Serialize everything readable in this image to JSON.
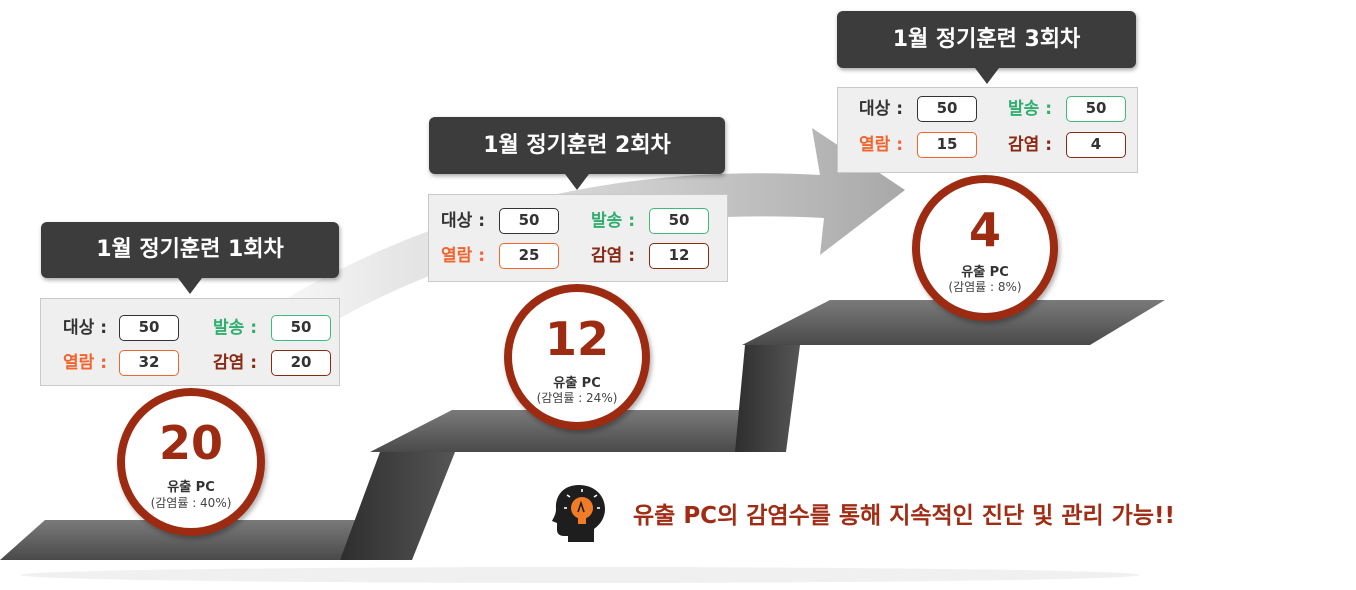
{
  "stages": [
    {
      "title": "1월 정기훈련 1회차",
      "labels": {
        "target": "대상 :",
        "sent": "발송 :",
        "opened": "열람 :",
        "infected": "감염 :"
      },
      "values": {
        "target": "50",
        "sent": "50",
        "opened": "32",
        "infected": "20"
      },
      "leak_count": "20",
      "leak_label": "유출 PC",
      "infection_rate": "(감염률 : 40%)"
    },
    {
      "title": "1월 정기훈련 2회차",
      "labels": {
        "target": "대상 :",
        "sent": "발송 :",
        "opened": "열람 :",
        "infected": "감염 :"
      },
      "values": {
        "target": "50",
        "sent": "50",
        "opened": "25",
        "infected": "12"
      },
      "leak_count": "12",
      "leak_label": "유출 PC",
      "infection_rate": "(감염률 : 24%)"
    },
    {
      "title": "1월 정기훈련 3회차",
      "labels": {
        "target": "대상 :",
        "sent": "발송 :",
        "opened": "열람 :",
        "infected": "감염 :"
      },
      "values": {
        "target": "50",
        "sent": "50",
        "opened": "15",
        "infected": "4"
      },
      "leak_count": "4",
      "leak_label": "유출 PC",
      "infection_rate": "(감염률 : 8%)"
    }
  ],
  "footer": {
    "text": "유출 PC의 감염수를 통해 지속적인 진단 및 관리 가능!!",
    "icon": "head-lightbulb-icon"
  },
  "colors": {
    "callout": "#3c3c3c",
    "accent": "#9c2b12",
    "green": "#2fae6e",
    "orange": "#f0642e",
    "brown": "#8a2a14"
  }
}
